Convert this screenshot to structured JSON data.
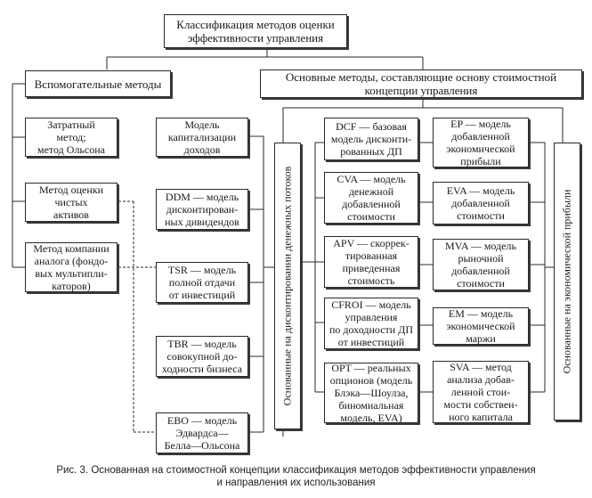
{
  "root": "Классификация методов оценки\nэффективности управления",
  "auxiliary": {
    "title": "Вспомогательные методы",
    "items": [
      "Затратный\nметод;\nметод Ольсона",
      "Метод оценки\nчистых\nактивов",
      "Метод компании\nаналога (фондо-\nвых мультипли-\nкаторов)"
    ]
  },
  "models": [
    "Модель\nкапитализации\nдоходов",
    "DDM — модель\nдисконтирован-\nных дивидендов",
    "TSR — модель\nполной отдачи\nот инвестиций",
    "TBR — модель\nсовокупной до-\nходности бизнеса",
    "EBO — модель\nЭдвардса—\nБелла—Ольсона"
  ],
  "main": {
    "title": "Основные методы, составляющие основу стоимостной\nконцепции управления",
    "cash_flow_label": "Основанные на дисконтировании денежных потоков",
    "economic_profit_label": "Основанные на экономической прибыли",
    "cash_flow_methods": [
      "DCF — базовая\nмодель дисконти-\nрованных ДП",
      "CVA — модель\nденежной\nдобавленной\nстоимости",
      "APV — скоррек-\nтированная\nприведенная\nстоимость",
      "CFROI — модель\nуправления\nпо доходности ДП\nот инвестиций",
      "OPT — реальных\nопционов (модель\nБлэка—Шоулза,\nбиномиальная\nмодель, EVA)"
    ],
    "profit_methods": [
      "EP — модель\nдобавленной\nэкономической\nприбыли",
      "EVA — модель\nдобавленной\nстоимости",
      "MVA — модель\nрыночной\nдобавленной\nстоимости",
      "EM — модель\nэкономической\nмаржи",
      "SVA — метод\nанализа добав-\nленной стои-\nмости собствен-\nного капитала"
    ]
  },
  "caption": "Рис. 3. Основанная на стоимостной концепции классификация методов эффективности управления\nи направления их использования"
}
